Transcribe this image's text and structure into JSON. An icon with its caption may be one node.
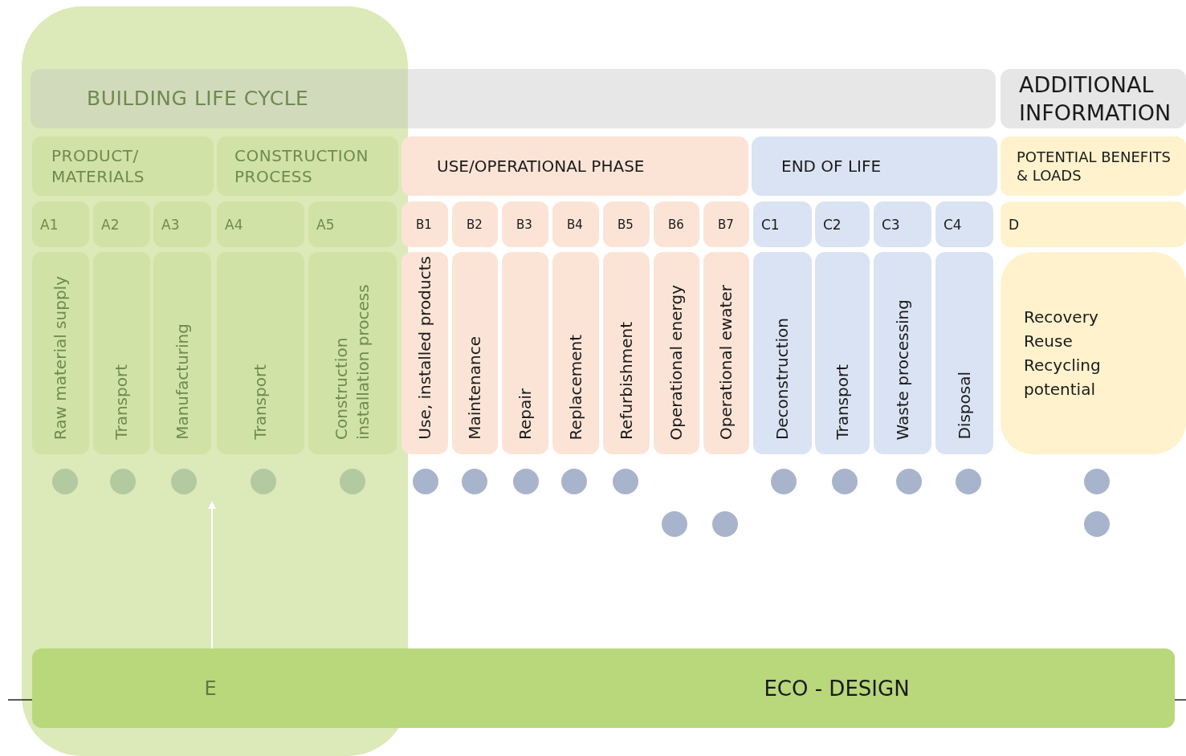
{
  "diagram": {
    "nodes": [
      {
        "text": [
          "BUILDING LIFE CYCLE"
        ]
      },
      {
        "text": [
          "ADDITIONAL INFORMATION"
        ]
      },
      {
        "text": [
          "PRODUCT/ MATERIALS"
        ]
      },
      {
        "text": [
          "CONSTRUCTION PROCESS"
        ]
      },
      {
        "text": [
          "USE/OPERATIONAL PHASE"
        ]
      },
      {
        "text": [
          "END OF LIFE"
        ]
      },
      {
        "text": [
          "POTENTIAL BENEFITS & LOADS"
        ]
      },
      {
        "text": [
          "A1"
        ]
      },
      {
        "text": [
          "A2"
        ]
      },
      {
        "text": [
          "A3"
        ]
      },
      {
        "text": [
          "A4"
        ]
      },
      {
        "text": [
          "A5"
        ]
      },
      {
        "text": [
          "B1"
        ]
      },
      {
        "text": [
          "B2"
        ]
      },
      {
        "text": [
          "B3"
        ]
      },
      {
        "text": [
          "B4"
        ]
      },
      {
        "text": [
          "B5"
        ]
      },
      {
        "text": [
          "B6"
        ]
      },
      {
        "text": [
          "B7"
        ]
      },
      {
        "text": [
          "C1"
        ]
      },
      {
        "text": [
          "C2"
        ]
      },
      {
        "text": [
          "C3"
        ]
      },
      {
        "text": [
          "C4"
        ]
      },
      {
        "text": [
          "D"
        ]
      },
      {
        "text": [
          "Raw material supply"
        ]
      },
      {
        "text": [
          "Transport"
        ]
      },
      {
        "text": [
          "Manufacturing"
        ]
      },
      {
        "text": [
          "Transport"
        ]
      },
      {
        "text": [
          "Construction installation process"
        ]
      },
      {
        "text": [
          "Use, installed products"
        ]
      },
      {
        "text": [
          "Maintenance"
        ]
      },
      {
        "text": [
          "Repair"
        ]
      },
      {
        "text": [
          "Replacement"
        ]
      },
      {
        "text": [
          "Refurbishment"
        ]
      },
      {
        "text": [
          "Operational energy"
        ]
      },
      {
        "text": [
          "Operational ewater"
        ]
      },
      {
        "text": [
          "Deconstruction"
        ]
      },
      {
        "text": [
          "Transport"
        ]
      },
      {
        "text": [
          "Waste processing"
        ]
      },
      {
        "text": [
          "Disposal"
        ]
      },
      {
        "text": [
          "Recovery",
          "Reuse",
          "Recycling",
          "potential"
        ]
      },
      {
        "text": [
          "E",
          "ECO - DESIGN"
        ]
      },
      {
        "text": [],
        "shape": "circle"
      },
      {
        "text": [],
        "shape": "circle"
      },
      {
        "text": [],
        "shape": "circle"
      },
      {
        "text": [],
        "shape": "circle"
      },
      {
        "text": [],
        "shape": "circle"
      },
      {
        "text": [],
        "shape": "circle"
      },
      {
        "text": [],
        "shape": "circle"
      },
      {
        "text": [],
        "shape": "circle"
      },
      {
        "text": [],
        "shape": "circle"
      },
      {
        "text": [],
        "shape": "circle"
      },
      {
        "text": [],
        "shape": "circle"
      },
      {
        "text": [],
        "shape": "circle"
      },
      {
        "text": [],
        "shape": "circle"
      },
      {
        "text": [],
        "shape": "circle"
      },
      {
        "text": [],
        "shape": "circle"
      },
      {
        "text": [],
        "shape": "circle"
      },
      {
        "text": [],
        "shape": "circle"
      },
      {
        "text": [],
        "shape": "circle"
      }
    ],
    "edges": [
      {
        "from": 41,
        "to": 44,
        "arrow": "to"
      }
    ]
  }
}
